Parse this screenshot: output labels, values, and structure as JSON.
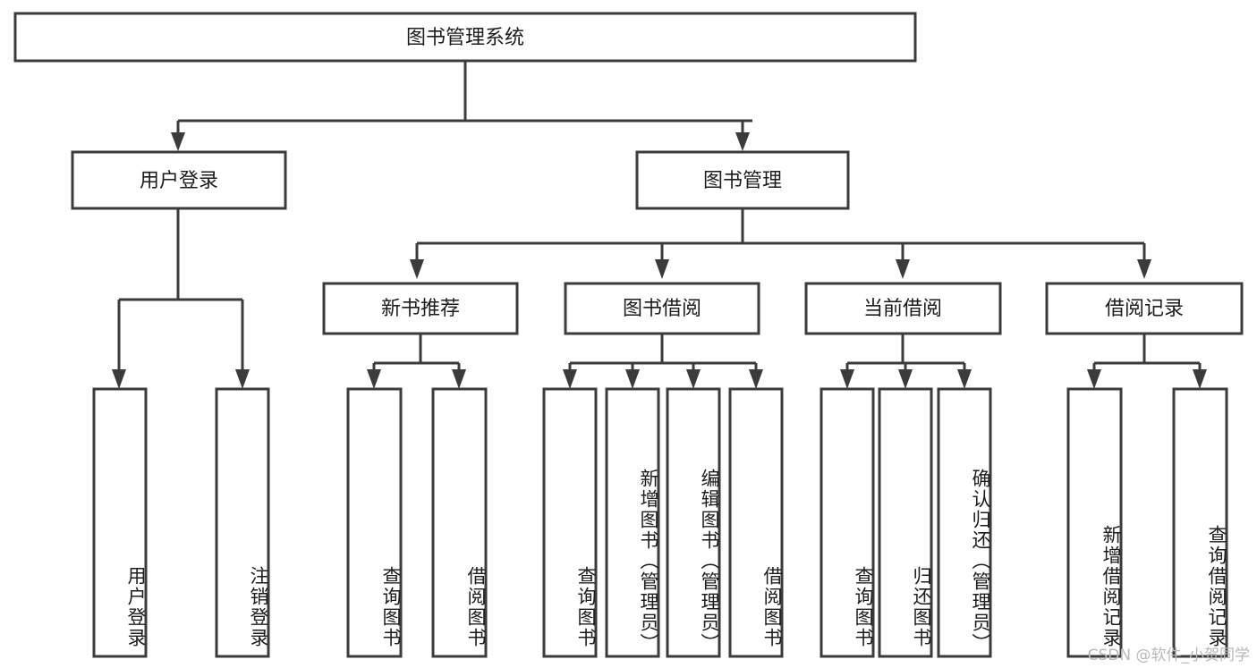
{
  "diagram": {
    "type": "tree-hierarchy-chart",
    "title": "图书管理系统",
    "watermark": "CSDN @软件_小贺同学",
    "colors": {
      "stroke": "#3b3b3b",
      "fill": "#ffffff",
      "text": "#1c1c1c",
      "watermark": "#b8b8b8"
    },
    "levels": {
      "root": {
        "label": "图书管理系统"
      },
      "level2": [
        {
          "label": "用户登录"
        },
        {
          "label": "图书管理"
        }
      ],
      "level3": [
        {
          "label": "新书推荐"
        },
        {
          "label": "图书借阅"
        },
        {
          "label": "当前借阅"
        },
        {
          "label": "借阅记录"
        }
      ],
      "leaves_user_login": [
        {
          "label": "用户登录"
        },
        {
          "label": "注销登录"
        }
      ],
      "leaves_new_book": [
        {
          "label": "查询图书"
        },
        {
          "label": "借阅图书"
        }
      ],
      "leaves_borrow": [
        {
          "label": "查询图书"
        },
        {
          "label": "新增图书（管理员）"
        },
        {
          "label": "编辑图书（管理员）"
        },
        {
          "label": "借阅图书"
        }
      ],
      "leaves_current": [
        {
          "label": "查询图书"
        },
        {
          "label": "归还图书"
        },
        {
          "label": "确认归还（管理员）"
        }
      ],
      "leaves_record": [
        {
          "label": "新增借阅记录"
        },
        {
          "label": "查询借阅记录"
        }
      ]
    }
  }
}
